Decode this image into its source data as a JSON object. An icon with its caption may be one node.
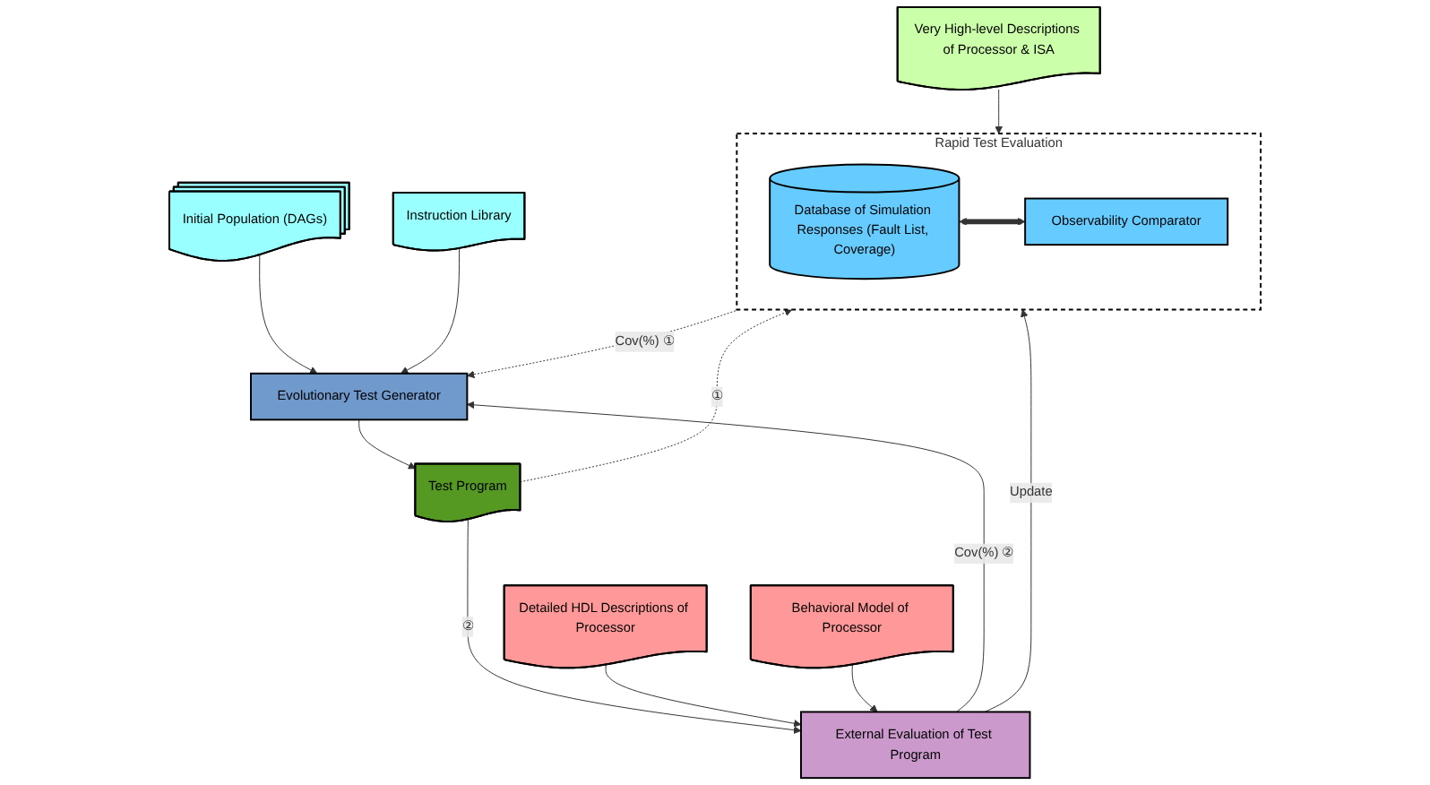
{
  "diagram": {
    "nodes": [
      {
        "text": [
          "Rapid Test Evaluation"
        ]
      },
      {
        "text": [
          "Database of Simulation Responses (Fault List, Coverage)"
        ],
        "in": 0
      },
      {
        "text": [
          "Observability Comparator"
        ],
        "in": 0
      },
      {
        "text": [
          "Very High-level Descriptions of Processor & ISA"
        ]
      },
      {
        "text": [
          "Initial Population (DAGs)"
        ]
      },
      {
        "text": [
          "Instruction Library"
        ]
      },
      {
        "text": [
          "Evolutionary Test Generator"
        ]
      },
      {
        "text": [
          "Test Program"
        ]
      },
      {
        "text": [
          "External Evaluation of Test Program"
        ]
      },
      {
        "text": [
          "Detailed HDL Descriptions of Processor"
        ]
      },
      {
        "text": [
          "Behavioral Model of Processor"
        ]
      }
    ],
    "edges": [
      {
        "from": 1,
        "to": 2,
        "arrow": "both",
        "style": "thick"
      },
      {
        "from": 3,
        "to": 0,
        "arrow": "to"
      },
      {
        "from": 0,
        "to": 6,
        "arrow": "to",
        "style": "dashed",
        "label": "Cov(%) ①"
      },
      {
        "from": 6,
        "to": 7,
        "arrow": "to"
      },
      {
        "from": 7,
        "to": 0,
        "arrow": "to",
        "style": "dashed",
        "label": "①"
      },
      {
        "from": 7,
        "to": 8,
        "arrow": "to",
        "label": "②"
      },
      {
        "from": 8,
        "to": 0,
        "arrow": "to",
        "label": "Update"
      },
      {
        "from": 8,
        "to": 6,
        "arrow": "to",
        "label": "Cov(%) ②"
      },
      {
        "from": 9,
        "to": 8,
        "arrow": "to"
      },
      {
        "from": 10,
        "to": 8,
        "arrow": "to"
      },
      {
        "from": 4,
        "to": 6,
        "arrow": "to"
      },
      {
        "from": 5,
        "to": 6,
        "arrow": "to"
      }
    ]
  }
}
